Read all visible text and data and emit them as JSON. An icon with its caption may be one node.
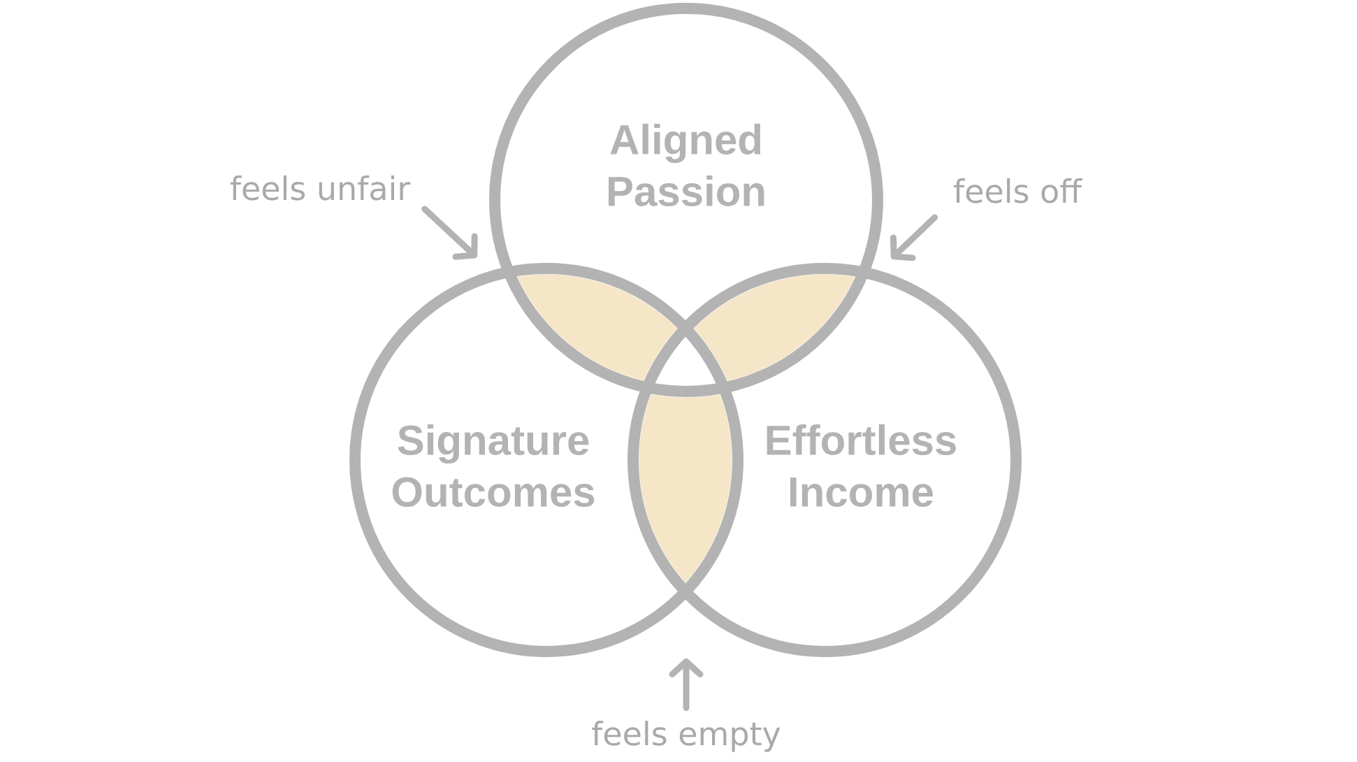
{
  "diagram": {
    "nodes": [
      {
        "text": [
          "feels unfair"
        ]
      },
      {
        "text": [
          "Aligned Passion"
        ]
      },
      {
        "text": [
          "feels off"
        ]
      },
      {
        "text": [],
        "shape": "lens"
      },
      {
        "text": [],
        "shape": "lens"
      },
      {
        "text": [
          "Signature Outcomes"
        ]
      },
      {
        "text": [
          "Effortless Income"
        ]
      },
      {
        "text": [],
        "shape": "lens"
      },
      {
        "text": [
          "feels empty"
        ]
      }
    ],
    "edges": [
      {
        "from": 0,
        "to": null,
        "arrow": "to"
      },
      {
        "from": 2,
        "to": null,
        "arrow": "to"
      },
      {
        "from": 8,
        "to": null,
        "arrow": "to"
      }
    ]
  }
}
